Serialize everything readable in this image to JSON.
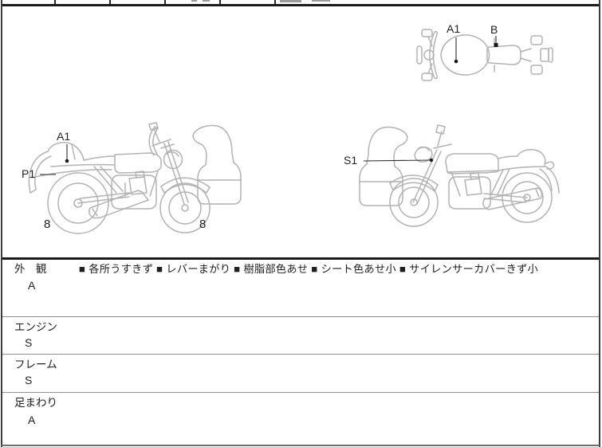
{
  "colors": {
    "line_art": "#b2b2b2",
    "leader_line": "#2c2c2c",
    "label_text": "#1f1f1f",
    "border_strong": "#1b1b1b",
    "border_light": "#8d8d8d",
    "background": "#ffffff"
  },
  "diagram": {
    "top_view": {
      "tank_label": "A1",
      "seat_label": "B"
    },
    "right_facing_view": {
      "tail_label": "A1",
      "fender_label": "P1",
      "rear_wheel_mark": "8",
      "front_wheel_mark": "8"
    },
    "left_facing_view": {
      "front_label": "S1"
    }
  },
  "sections": [
    {
      "name": "外　観",
      "rating": "A",
      "bullet": "■",
      "notes": [
        "各所うすきず",
        "レバーまがり",
        "樹脂部色あせ",
        "シート色あせ小",
        "サイレンサーカバーきず小"
      ],
      "notes_line": "■ 各所うすきず ■ レバーまがり ■ 樹脂部色あせ ■ シート色あせ小 ■ サイレンサーカバーきず小"
    },
    {
      "name": "エンジン",
      "rating": "S",
      "notes": [],
      "notes_line": ""
    },
    {
      "name": "フレーム",
      "rating": "S",
      "notes": [],
      "notes_line": ""
    },
    {
      "name": "足まわり",
      "rating": "A",
      "notes": [],
      "notes_line": ""
    }
  ]
}
